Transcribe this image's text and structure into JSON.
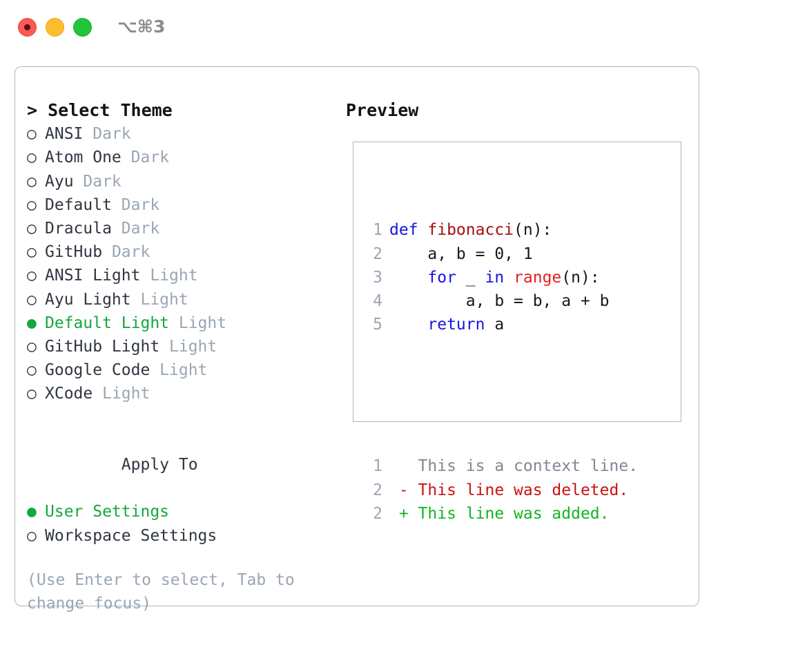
{
  "titlebar": {
    "shortcut": "⌥⌘3",
    "lights": [
      {
        "name": "close",
        "color": "#fa5b54"
      },
      {
        "name": "minimize",
        "color": "#fdbc2e"
      },
      {
        "name": "maximize",
        "color": "#24c43a"
      }
    ]
  },
  "theme_picker": {
    "heading": "> Select Theme",
    "bullet_selected": "●",
    "bullet_unselected": "○",
    "selected_color": "#12a83e",
    "items": [
      {
        "label": "ANSI",
        "badge": "Dark",
        "selected": false
      },
      {
        "label": "Atom One",
        "badge": "Dark",
        "selected": false
      },
      {
        "label": "Ayu",
        "badge": "Dark",
        "selected": false
      },
      {
        "label": "Default",
        "badge": "Dark",
        "selected": false
      },
      {
        "label": "Dracula",
        "badge": "Dark",
        "selected": false
      },
      {
        "label": "GitHub",
        "badge": "Dark",
        "selected": false
      },
      {
        "label": "ANSI Light",
        "badge": "Light",
        "selected": false
      },
      {
        "label": "Ayu Light",
        "badge": "Light",
        "selected": false
      },
      {
        "label": "Default Light",
        "badge": "Light",
        "selected": true
      },
      {
        "label": "GitHub Light",
        "badge": "Light",
        "selected": false
      },
      {
        "label": "Google Code",
        "badge": "Light",
        "selected": false
      },
      {
        "label": "XCode",
        "badge": "Light",
        "selected": false
      }
    ]
  },
  "apply_to": {
    "heading": "Apply To",
    "items": [
      {
        "label": "User Settings",
        "selected": true
      },
      {
        "label": "Workspace Settings",
        "selected": false
      }
    ]
  },
  "hint": "(Use Enter to select, Tab to change focus)",
  "preview": {
    "heading": "Preview",
    "code_lines": [
      {
        "number": "1",
        "tokens": [
          {
            "text": "def ",
            "type": "kw"
          },
          {
            "text": "fibonacci",
            "type": "fn"
          },
          {
            "text": "(n):",
            "type": "txt"
          }
        ]
      },
      {
        "number": "2",
        "tokens": [
          {
            "text": "    a, b = 0, 1",
            "type": "txt"
          }
        ]
      },
      {
        "number": "3",
        "tokens": [
          {
            "text": "    ",
            "type": "txt"
          },
          {
            "text": "for",
            "type": "kw"
          },
          {
            "text": " _ ",
            "type": "txt"
          },
          {
            "text": "in",
            "type": "kw"
          },
          {
            "text": " ",
            "type": "txt"
          },
          {
            "text": "range",
            "type": "call"
          },
          {
            "text": "(n):",
            "type": "txt"
          }
        ]
      },
      {
        "number": "4",
        "tokens": [
          {
            "text": "        a, b = b, a + b",
            "type": "txt"
          }
        ]
      },
      {
        "number": "5",
        "tokens": [
          {
            "text": "    ",
            "type": "txt"
          },
          {
            "text": "return",
            "type": "kw"
          },
          {
            "text": " a",
            "type": "txt"
          }
        ]
      }
    ],
    "diff_lines": [
      {
        "number": "1",
        "marker": " ",
        "text": " This is a context line.",
        "type": "ctx"
      },
      {
        "number": "2",
        "marker": "-",
        "text": " This line was deleted.",
        "type": "del"
      },
      {
        "number": "2",
        "marker": "+",
        "text": " This line was added.",
        "type": "add"
      }
    ]
  }
}
